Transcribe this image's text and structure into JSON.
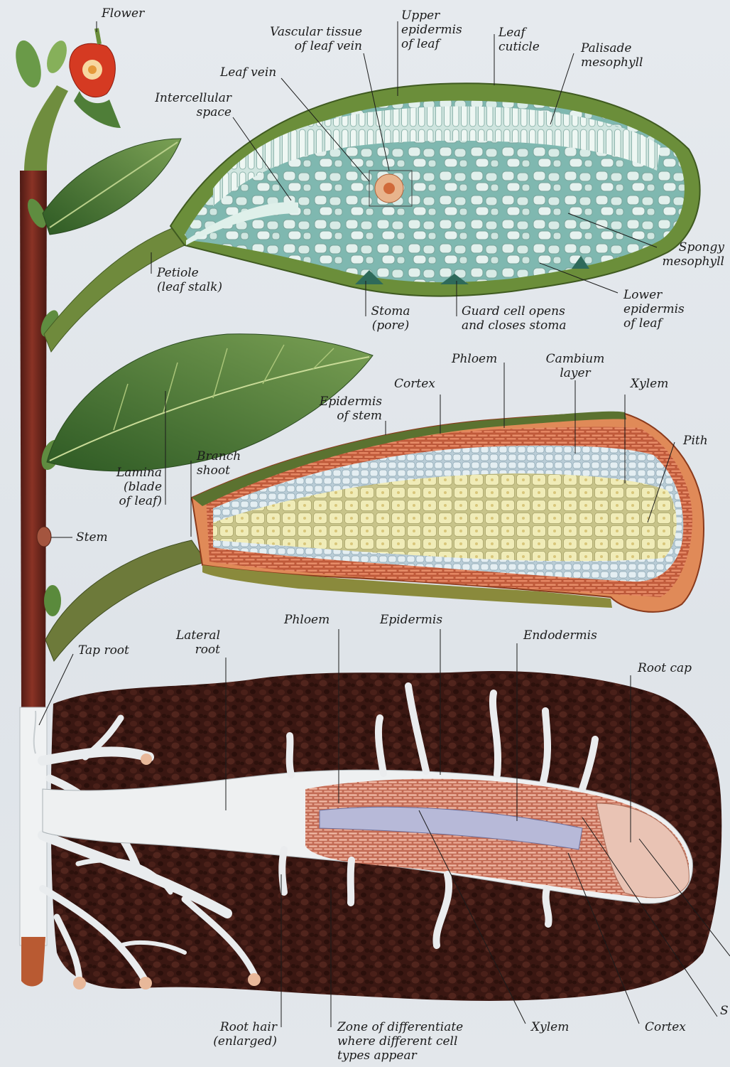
{
  "labels": {
    "flower": "Flower",
    "vascular_tissue": [
      "Vascular tissue",
      "of leaf vein"
    ],
    "upper_epidermis": [
      "Upper",
      "epidermis",
      "of leaf"
    ],
    "leaf_cuticle": [
      "Leaf",
      "cuticle"
    ],
    "palisade_mesophyll": [
      "Palisade",
      "mesophyll"
    ],
    "leaf_vein": "Leaf vein",
    "intercellular_space": [
      "Intercellular",
      "space"
    ],
    "spongy_mesophyll": [
      "Spongy",
      "mesophyll"
    ],
    "petiole": [
      "Petiole",
      "(leaf stalk)"
    ],
    "stoma": [
      "Stoma",
      "(pore)"
    ],
    "guard_cell": [
      "Guard cell opens",
      "and closes stoma"
    ],
    "lower_epidermis": [
      "Lower",
      "epidermis",
      "of leaf"
    ],
    "phloem_stem": "Phloem",
    "cambium_layer": [
      "Cambium",
      "layer"
    ],
    "cortex_stem": "Cortex",
    "xylem_stem": "Xylem",
    "epidermis_stem": [
      "Epidermis",
      "of stem"
    ],
    "pith": "Pith",
    "branch_shoot": [
      "Branch",
      "shoot"
    ],
    "lamina": [
      "Lamina",
      "(blade",
      "of leaf)"
    ],
    "stem": "Stem",
    "phloem_root": "Phloem",
    "epidermis_root": "Epidermis",
    "endodermis": "Endodermis",
    "lateral_root": [
      "Lateral",
      "root"
    ],
    "tap_root": "Tap root",
    "root_cap": "Root cap",
    "root_hair": [
      "Root hair",
      "(enlarged)"
    ],
    "zone_differentiation": [
      "Zone of differentiate",
      "where different cell",
      "types appear"
    ],
    "xylem_root": "Xylem",
    "cortex_root": "Cortex",
    "cut_s": "S"
  }
}
